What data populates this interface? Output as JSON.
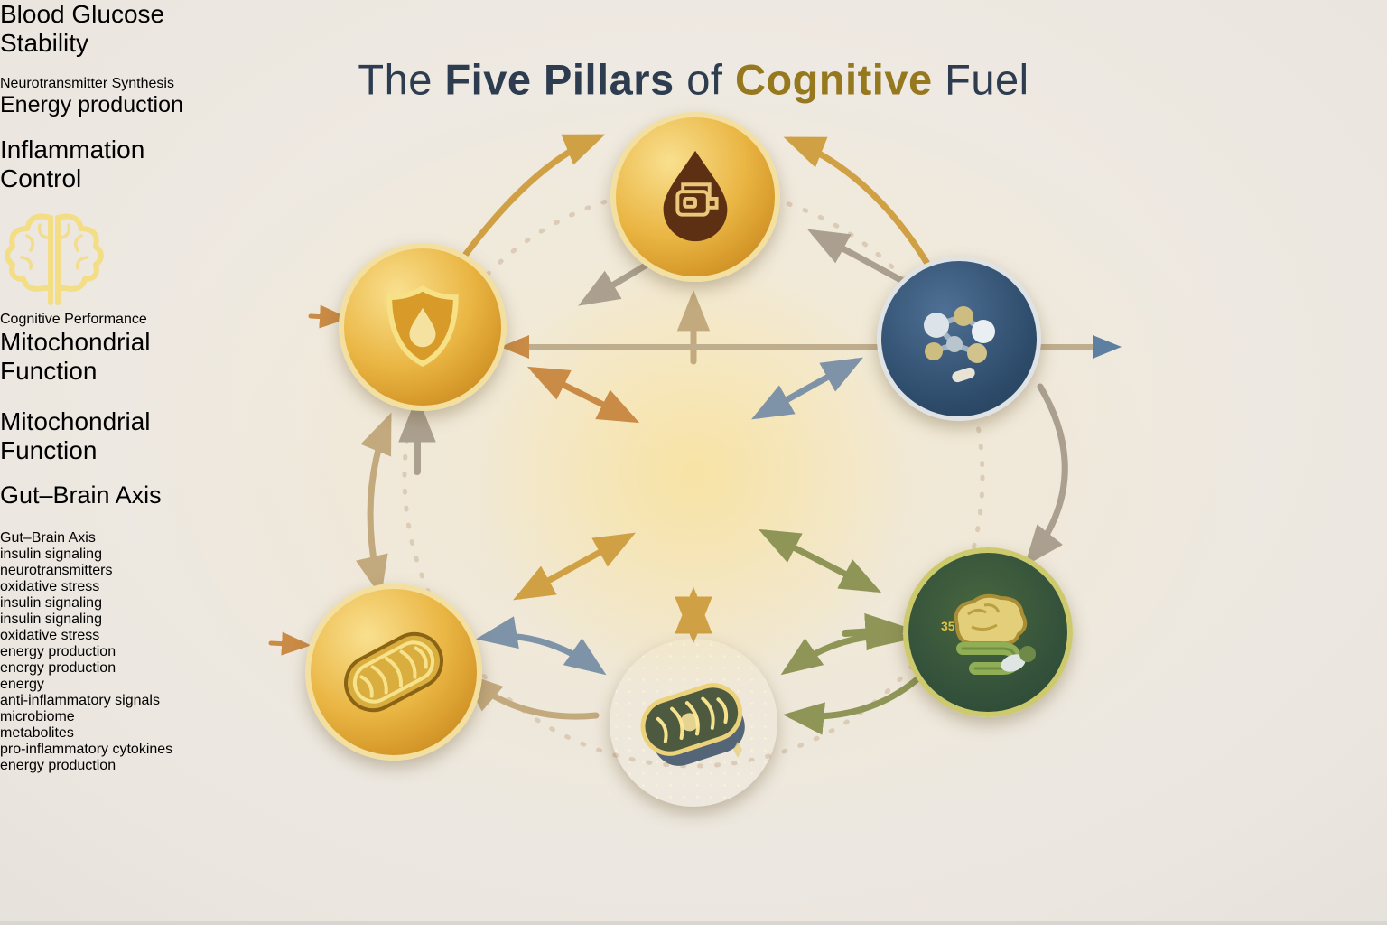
{
  "title": {
    "t1": "The ",
    "t2": "Five Pillars",
    "t3": " of ",
    "t4": "Cognitive",
    "t5": " Fuel"
  },
  "center": {
    "label": "Cognitive Performance",
    "icon": "brain-icon"
  },
  "pillars": {
    "blood_glucose": {
      "label": "Blood Glucose Stability",
      "icon": "blood-drop-glucometer-icon"
    },
    "neurotransmitter": {
      "title": "Neurotransmitter Synthesis",
      "box": "Energy production",
      "icon": "molecule-icon"
    },
    "inflammation": {
      "label": "Inflammation Control",
      "icon": "shield-flame-icon"
    },
    "mitochondrial_left": {
      "label": "Mitochondrial Function",
      "icon": "mitochondrion-gold-icon"
    },
    "mitochondrial_bottom": {
      "label": "Mitochondrial Function",
      "icon": "mitochondrion-dark-icon"
    },
    "gut_brain": {
      "box": "Gut–Brain Axis",
      "title": "Gut–Brain Axis",
      "icon": "gut-brain-icon"
    }
  },
  "labels": {
    "insulin_top": "insulin signaling",
    "neurotransmitters": "neurotransmitters",
    "oxidative_left": "oxidative stress",
    "insulin_center": "insulin signaling",
    "insulin_mid_left": "insulin signaling",
    "oxidative_mid": "oxidative stress",
    "energy_production_left": "energy production",
    "energy_production_center": "energy production",
    "energy": "energy",
    "anti_inflammatory": "anti-inflammatory signals",
    "microbiome": "microbiome metabolites",
    "pro_inflammatory": "pro-inflammatory cytokines",
    "energy_production_bottom_left": "energy production"
  },
  "palette": {
    "background": "#ece7e0",
    "title_navy": "#2e3c50",
    "title_gold": "#96781f",
    "node_gold": "#eab644",
    "node_navy": "#2f4d6c",
    "node_green": "#32503a",
    "node_teal": "#2c4451",
    "box_cream": "#f2e4ae",
    "box_gray": "#e6e3dd",
    "box_blue": "#e4e9ed",
    "arrow_gold": "#d0a045",
    "arrow_orange": "#c98b45",
    "arrow_steel": "#5d7fa2",
    "arrow_bluegray": "#7e93a7",
    "arrow_gray": "#aba08f",
    "arrow_olive": "#8f9557",
    "arrow_tan": "#c3a97e",
    "text_dark": "#46413a",
    "text_gold_label": "#8a651c"
  }
}
